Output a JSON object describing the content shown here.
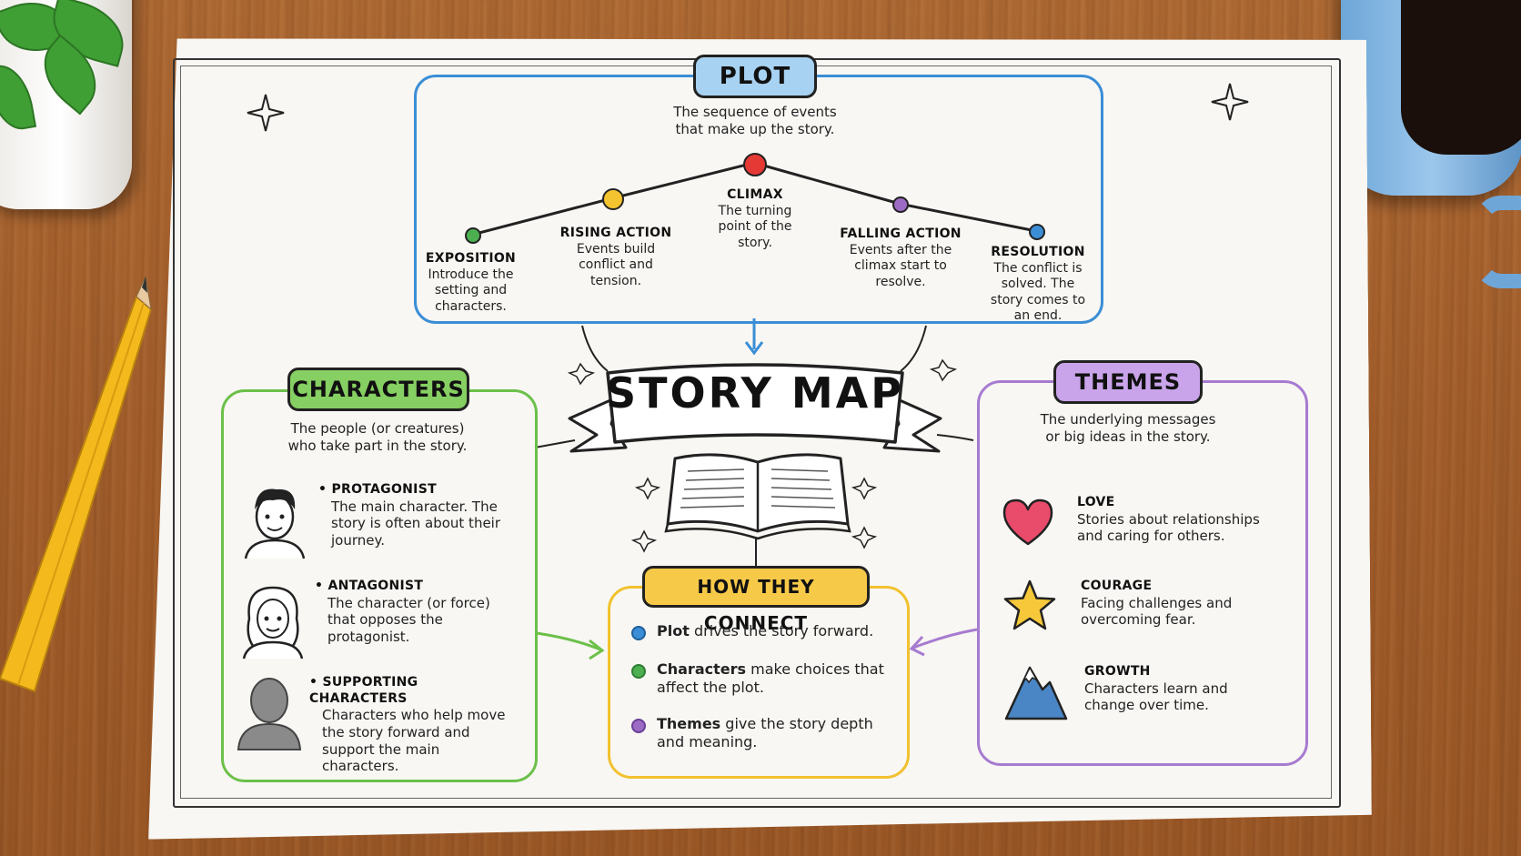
{
  "title": "STORY MAP",
  "plot": {
    "label": "PLOT",
    "description": "The sequence of events that make up the story.",
    "stages": [
      {
        "name": "EXPOSITION",
        "text": "Introduce the setting and characters.",
        "color": "#4caf50"
      },
      {
        "name": "RISING ACTION",
        "text": "Events build conflict and tension.",
        "color": "#f4c430"
      },
      {
        "name": "CLIMAX",
        "text": "The turning point of the story.",
        "color": "#e53935"
      },
      {
        "name": "FALLING ACTION",
        "text": "Events after the climax start to resolve.",
        "color": "#9c6bc4"
      },
      {
        "name": "RESOLUTION",
        "text": "The conflict is solved. The story comes to an end.",
        "color": "#3b8ed6"
      }
    ]
  },
  "characters": {
    "label": "CHARACTERS",
    "description": "The people (or creatures) who take part in the story.",
    "items": [
      {
        "name": "PROTAGONIST",
        "text": "The main character. The story is often about their journey."
      },
      {
        "name": "ANTAGONIST",
        "text": "The character (or force) that opposes the protagonist."
      },
      {
        "name": "SUPPORTING CHARACTERS",
        "text": "Characters who help move the story forward and support the main characters."
      }
    ]
  },
  "themes": {
    "label": "THEMES",
    "description": "The underlying messages or big ideas in the story.",
    "items": [
      {
        "name": "LOVE",
        "text": "Stories about relationships and caring for others.",
        "icon": "heart-icon"
      },
      {
        "name": "COURAGE",
        "text": "Facing challenges and overcoming fear.",
        "icon": "star-icon"
      },
      {
        "name": "GROWTH",
        "text": "Characters learn and change over time.",
        "icon": "mountain-icon"
      }
    ]
  },
  "connect": {
    "label": "HOW THEY CONNECT",
    "items": [
      {
        "bold": "Plot",
        "rest": "drives the story forward.",
        "color": "#3b8ed6"
      },
      {
        "bold": "Characters",
        "rest": "make choices that affect the plot.",
        "color": "#4caf50"
      },
      {
        "bold": "Themes",
        "rest": "give the story depth and meaning.",
        "color": "#9c6bc4"
      }
    ]
  },
  "colors": {
    "plot": "#3b8ed6",
    "characters": "#6cc04a",
    "themes": "#a77bd0",
    "connect": "#f2c12e",
    "plot_tag": "#a8d2f2",
    "characters_tag": "#86cf62",
    "themes_tag": "#c9a4ea",
    "connect_tag": "#f7c948"
  }
}
